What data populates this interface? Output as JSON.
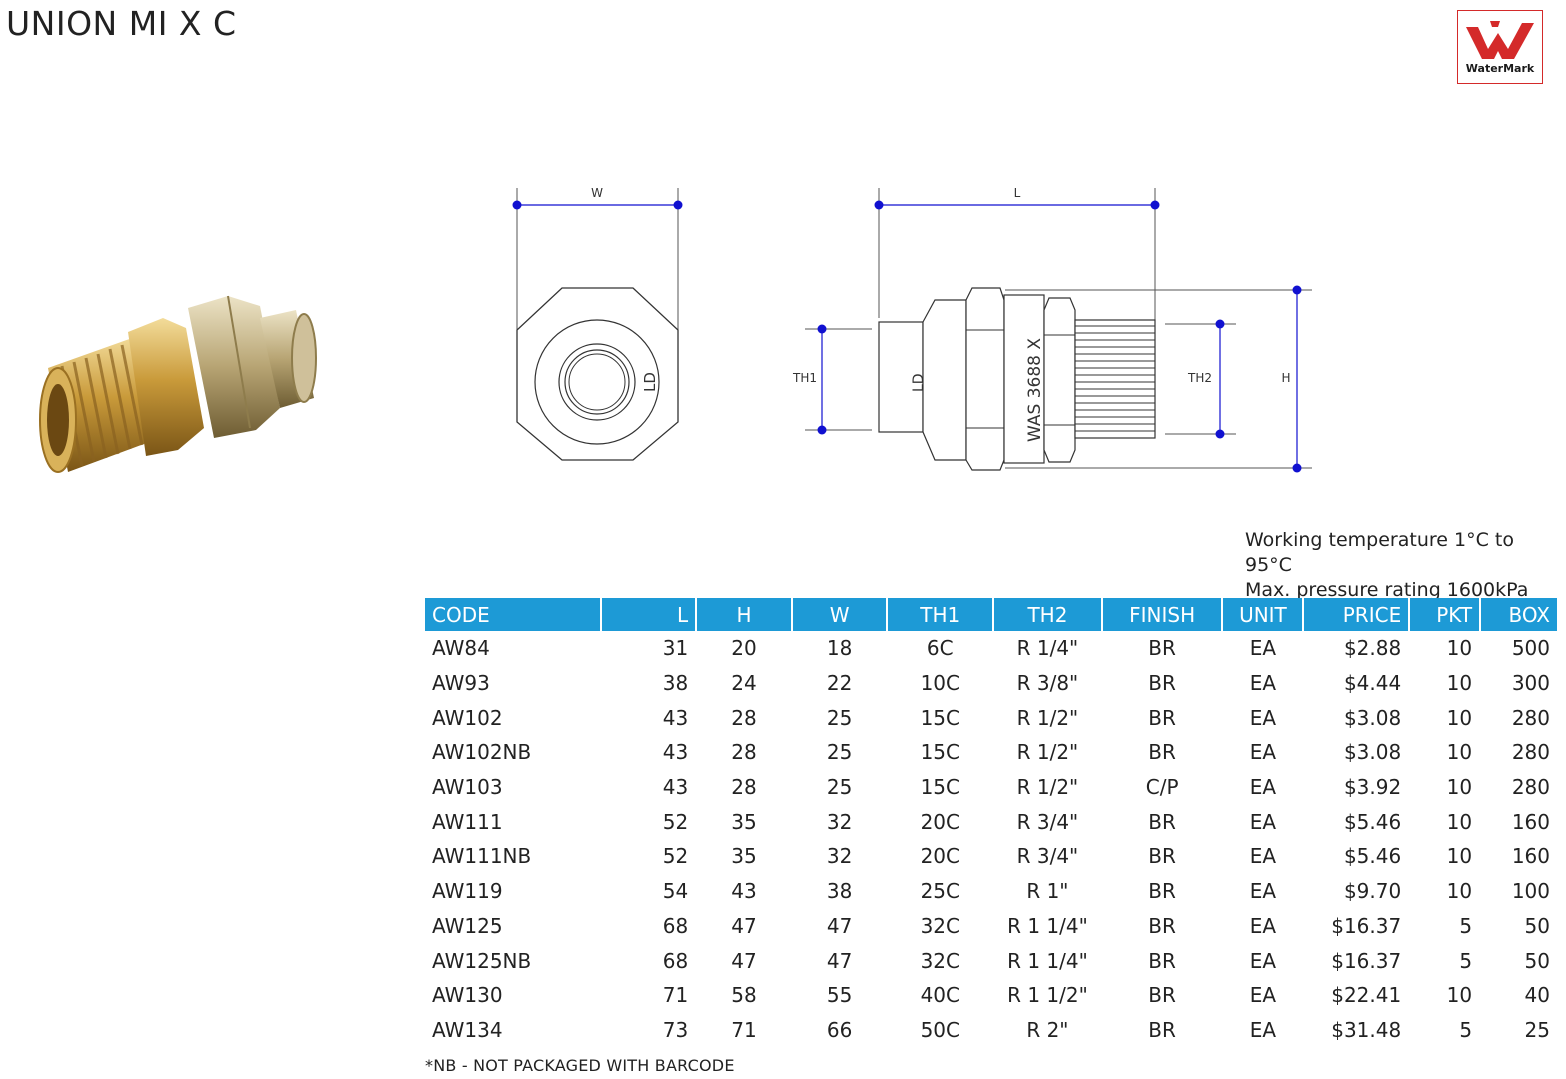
{
  "title": "UNION MI X C",
  "logo": {
    "text": "WaterMark",
    "icon": "watermark-logo"
  },
  "drawing": {
    "label_w": "W",
    "label_l": "L",
    "label_h": "H",
    "label_th1": "TH1",
    "label_th2": "TH2",
    "marking_front": "LD",
    "marking_side": "LD",
    "marking_standard": "WAS 3688 X"
  },
  "specs": {
    "temperature": "Working temperature 1°C to 95°C",
    "pressure": "Max. pressure rating 1600kPa"
  },
  "table": {
    "headers": [
      "CODE",
      "L",
      "H",
      "W",
      "TH1",
      "TH2",
      "FINISH",
      "UNIT",
      "PRICE",
      "PKT",
      "BOX"
    ],
    "rows": [
      [
        "AW84",
        "31",
        "20",
        "18",
        "6C",
        "R 1/4\"",
        "BR",
        "EA",
        "$2.88",
        "10",
        "500"
      ],
      [
        "AW93",
        "38",
        "24",
        "22",
        "10C",
        "R 3/8\"",
        "BR",
        "EA",
        "$4.44",
        "10",
        "300"
      ],
      [
        "AW102",
        "43",
        "28",
        "25",
        "15C",
        "R 1/2\"",
        "BR",
        "EA",
        "$3.08",
        "10",
        "280"
      ],
      [
        "AW102NB",
        "43",
        "28",
        "25",
        "15C",
        "R 1/2\"",
        "BR",
        "EA",
        "$3.08",
        "10",
        "280"
      ],
      [
        "AW103",
        "43",
        "28",
        "25",
        "15C",
        "R 1/2\"",
        "C/P",
        "EA",
        "$3.92",
        "10",
        "280"
      ],
      [
        "AW111",
        "52",
        "35",
        "32",
        "20C",
        "R 3/4\"",
        "BR",
        "EA",
        "$5.46",
        "10",
        "160"
      ],
      [
        "AW111NB",
        "52",
        "35",
        "32",
        "20C",
        "R 3/4\"",
        "BR",
        "EA",
        "$5.46",
        "10",
        "160"
      ],
      [
        "AW119",
        "54",
        "43",
        "38",
        "25C",
        "R 1\"",
        "BR",
        "EA",
        "$9.70",
        "10",
        "100"
      ],
      [
        "AW125",
        "68",
        "47",
        "47",
        "32C",
        "R 1 1/4\"",
        "BR",
        "EA",
        "$16.37",
        "5",
        "50"
      ],
      [
        "AW125NB",
        "68",
        "47",
        "47",
        "32C",
        "R 1 1/4\"",
        "BR",
        "EA",
        "$16.37",
        "5",
        "50"
      ],
      [
        "AW130",
        "71",
        "58",
        "55",
        "40C",
        "R 1 1/2\"",
        "BR",
        "EA",
        "$22.41",
        "10",
        "40"
      ],
      [
        "AW134",
        "73",
        "71",
        "66",
        "50C",
        "R 2\"",
        "BR",
        "EA",
        "$31.48",
        "5",
        "25"
      ]
    ]
  },
  "footnote": "*NB - NOT PACKAGED WITH BARCODE",
  "colors": {
    "header_bg": "#1d9ad6",
    "dimension_blue": "#1010d0",
    "logo_red": "#d42a2a",
    "brass": "#c9a24a"
  }
}
